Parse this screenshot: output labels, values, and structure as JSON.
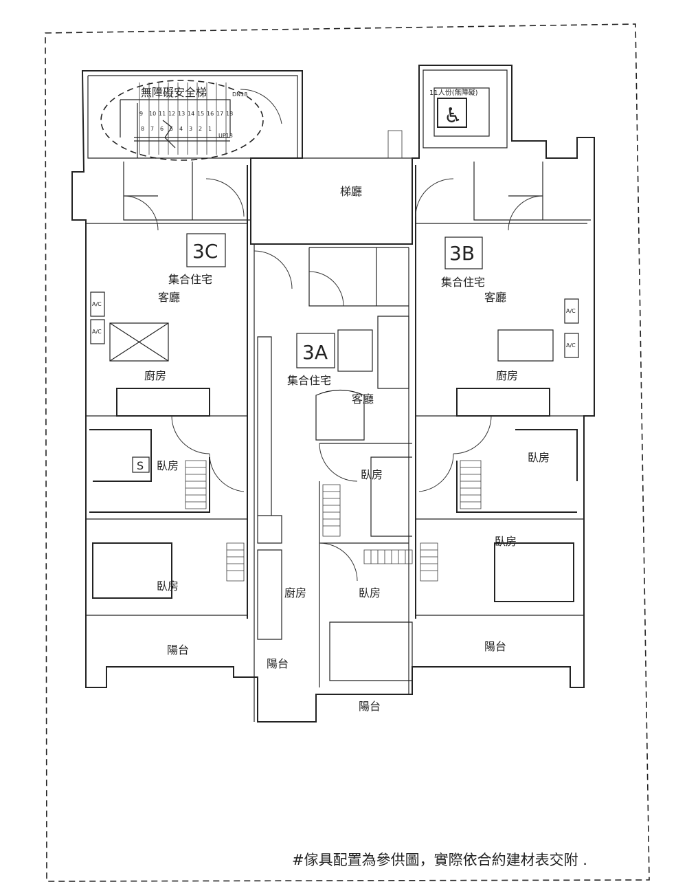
{
  "stair": {
    "title": "無障礙安全梯",
    "down": "DN18",
    "up": "UP18",
    "upper_steps": [
      "9",
      "10",
      "11",
      "12",
      "13",
      "14",
      "15",
      "16",
      "17",
      "18"
    ],
    "lower_steps": [
      "8",
      "7",
      "6",
      "5",
      "4",
      "3",
      "2",
      "1"
    ]
  },
  "elevator": {
    "label": "11人份(無障礙)"
  },
  "lobby": "梯廳",
  "units": {
    "c": {
      "code": "3C",
      "type": "集合住宅",
      "living": "客廳",
      "kitchen": "廚房",
      "bed1": "臥房",
      "bed2": "臥房",
      "balcony": "陽台",
      "closet_mark": "S"
    },
    "b": {
      "code": "3B",
      "type": "集合住宅",
      "living": "客廳",
      "kitchen": "廚房",
      "bed1": "臥房",
      "bed2": "臥房",
      "balcony": "陽台"
    },
    "a": {
      "code": "3A",
      "type": "集合住宅",
      "living": "客廳",
      "kitchen": "廚房",
      "bed1": "臥房",
      "bed2": "臥房",
      "balcony1": "陽台",
      "balcony2": "陽台"
    }
  },
  "ac_label": "A/C",
  "note": "#傢具配置為參供圖，實際依合約建材表交附 ."
}
